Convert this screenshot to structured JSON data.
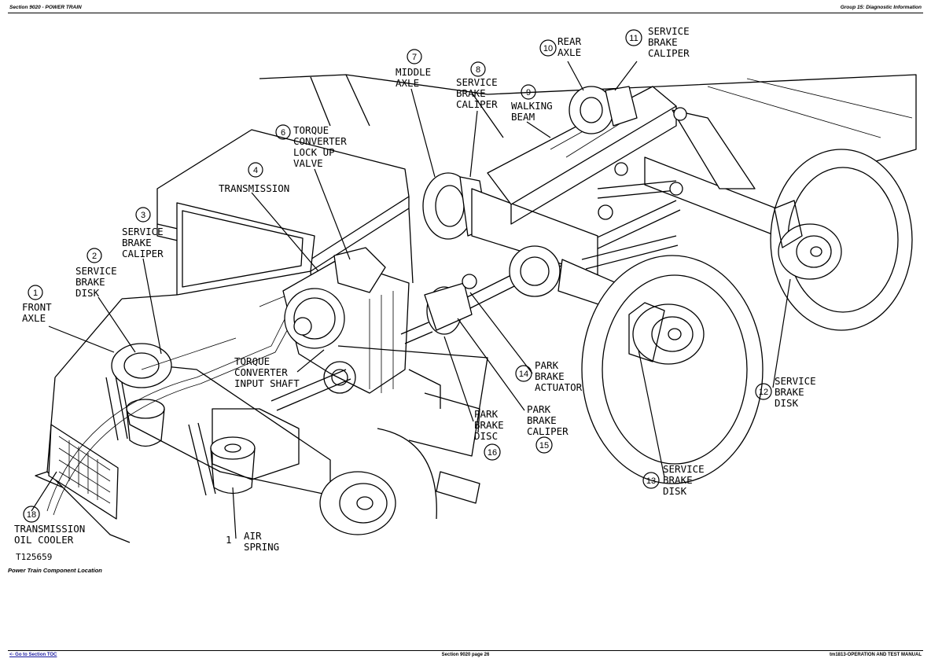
{
  "header": {
    "section": "Section 9020 - POWER TRAIN",
    "group": "Group 15: Diagnostic Information"
  },
  "figure": {
    "id": "T125659",
    "caption": "Power Train Component Location",
    "callouts": [
      {
        "num": "1",
        "lines": [
          "FRONT",
          "AXLE"
        ]
      },
      {
        "num": "2",
        "lines": [
          "SERVICE",
          "BRAKE",
          "DISK"
        ]
      },
      {
        "num": "3",
        "lines": [
          "SERVICE",
          "BRAKE",
          "CALIPER"
        ]
      },
      {
        "num": "4",
        "lines": [
          "TRANSMISSION"
        ]
      },
      {
        "num": "6",
        "lines": [
          "TORQUE",
          "CONVERTER",
          "LOCK UP",
          "VALVE"
        ]
      },
      {
        "num": "7",
        "lines": [
          "MIDDLE",
          "AXLE"
        ]
      },
      {
        "num": "8",
        "lines": [
          "SERVICE",
          "BRAKE",
          "CALIPER"
        ]
      },
      {
        "num": "9",
        "lines": [
          "WALKING",
          "BEAM"
        ]
      },
      {
        "num": "10",
        "lines": [
          "REAR",
          "AXLE"
        ]
      },
      {
        "num": "11",
        "lines": [
          "SERVICE",
          "BRAKE",
          "CALIPER"
        ]
      },
      {
        "num": "12",
        "lines": [
          "SERVICE",
          "BRAKE",
          "DISK"
        ]
      },
      {
        "num": "13",
        "lines": [
          "SERVICE",
          "BRAKE",
          "DISK"
        ]
      },
      {
        "num": "14",
        "lines": [
          "PARK",
          "BRAKE",
          "ACTUATOR"
        ]
      },
      {
        "num": "15",
        "lines": [
          "PARK",
          "BRAKE",
          "CALIPER"
        ]
      },
      {
        "num": "16",
        "lines": [
          "PARK",
          "BRAKE",
          "DISC"
        ]
      },
      {
        "num": "18",
        "lines": [
          "TRANSMISSION",
          "OIL COOLER"
        ]
      }
    ],
    "unnumbered": [
      {
        "lines": [
          "TORQUE",
          "CONVERTER",
          "INPUT SHAFT"
        ]
      }
    ],
    "air_spring": {
      "num": "1",
      "lines": [
        "AIR",
        "SPRING"
      ]
    }
  },
  "footer": {
    "toc_link": "<- Go to Section TOC",
    "page": "Section 9020 page 26",
    "manual": "tm1813-OPERATION AND TEST MANUAL"
  }
}
